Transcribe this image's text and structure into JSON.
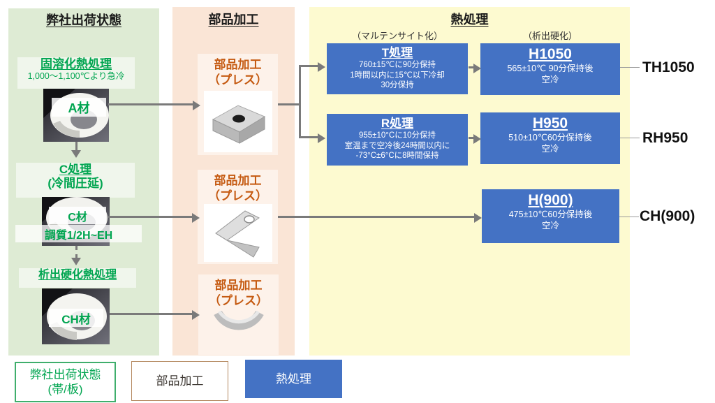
{
  "colors": {
    "green_text": "#00A550",
    "green_panel": "#DEEBD4",
    "peach_panel": "#FAE5D6",
    "peach_inner_box": "#FDF2EA",
    "yellow_panel": "#FDFAD0",
    "blue_box": "#4472C4",
    "orange_text": "#C55A11",
    "arrow_gray": "#7A7A7A",
    "legend_brown_border": "#B4885F"
  },
  "left_panel": {
    "title": "弊社出荷状態",
    "solution_title": "固溶化熱処理",
    "solution_subtitle": "1,000〜1,100℃より急冷",
    "a_label": "A材",
    "c_title": "C処理",
    "c_subtitle": "(冷間圧延)",
    "c_label": "C材",
    "temper_label": "調質1/2H~EH",
    "precip_title": "析出硬化熱処理",
    "ch_label": "CH材"
  },
  "middle_panel": {
    "title": "部品加工",
    "boxes": [
      {
        "line1": "部品加工",
        "line2": "（プレス）",
        "image": "pressed-block-with-hole"
      },
      {
        "line1": "部品加工",
        "line2": "（プレス）",
        "image": "pressed-l-bracket"
      },
      {
        "line1": "部品加工",
        "line2": "（プレス）",
        "image": "pressed-half-shell"
      }
    ]
  },
  "right_panel": {
    "title": "熱処理",
    "martensite_label": "（マルテンサイト化）",
    "precipitation_label": "（析出硬化）",
    "t_box": {
      "title": "T処理",
      "lines": [
        "760±15℃に90分保持",
        "1時間以内に15℃以下冷却",
        "30分保持"
      ]
    },
    "r_box": {
      "title": "R処理",
      "lines": [
        "955±10°Cに10分保持",
        "室温まで空冷後24時間以内に",
        "-73°C±6°Cに8時間保持"
      ]
    },
    "h1050_box": {
      "title": "H1050",
      "lines": [
        "565±10℃ 90分保持後",
        "空冷"
      ]
    },
    "h950_box": {
      "title": "H950",
      "lines": [
        "510±10℃60分保持後",
        "空冷"
      ]
    },
    "h900_box": {
      "title": "H(900)",
      "lines": [
        "475±10℃60分保持後",
        "空冷"
      ]
    }
  },
  "output_labels": {
    "th1050": "TH1050",
    "rh950": "RH950",
    "ch900": "CH(900)"
  },
  "legend": {
    "shipping_line1": "弊社出荷状態",
    "shipping_line2": "(帯/板)",
    "processing": "部品加工",
    "heat": "熱処理"
  }
}
